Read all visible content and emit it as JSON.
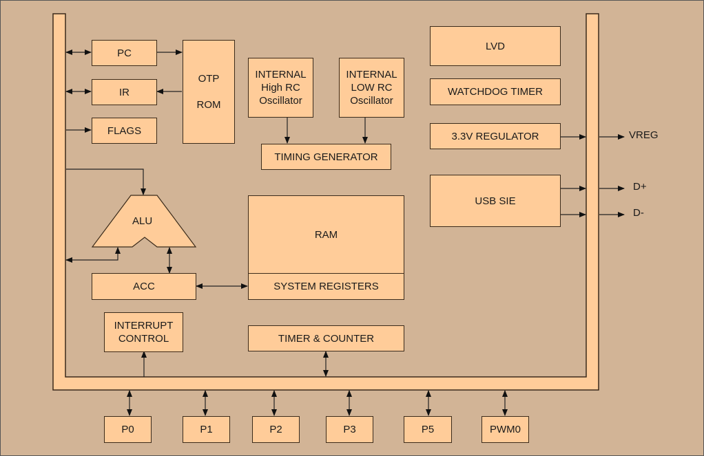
{
  "diagram": {
    "colors": {
      "background": "#d2b496",
      "block_fill": "#ffcc99",
      "stroke": "#3a2a1a"
    },
    "blocks": {
      "pc": "PC",
      "ir": "IR",
      "flags": "FLAGS",
      "otp_rom": "OTP\nROM",
      "high_rc": "INTERNAL\nHigh RC\nOscillator",
      "low_rc": "INTERNAL\nLOW RC\nOscillator",
      "timing_generator": "TIMING GENERATOR",
      "lvd": "LVD",
      "watchdog_timer": "WATCHDOG TIMER",
      "regulator": "3.3V REGULATOR",
      "usb_sie": "USB SIE",
      "alu": "ALU",
      "acc": "ACC",
      "ram": "RAM",
      "system_registers": "SYSTEM REGISTERS",
      "interrupt_control": "INTERRUPT\nCONTROL",
      "timer_counter": "TIMER & COUNTER"
    },
    "ports": [
      "P0",
      "P1",
      "P2",
      "P3",
      "P5",
      "PWM0"
    ],
    "outputs": {
      "vreg": "VREG",
      "d_plus": "D+",
      "d_minus": "D-"
    }
  }
}
